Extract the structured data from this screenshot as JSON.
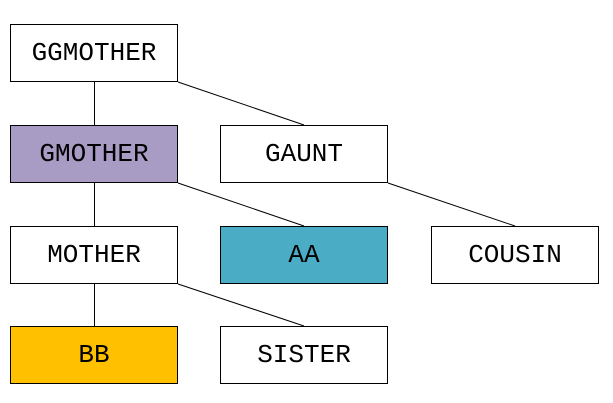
{
  "nodes": {
    "ggmother": {
      "label": "GGMOTHER",
      "fill": "#FFFFFF"
    },
    "gmother": {
      "label": "GMOTHER",
      "fill": "#A89BC4"
    },
    "gaunt": {
      "label": "GAUNT",
      "fill": "#FFFFFF"
    },
    "mother": {
      "label": "MOTHER",
      "fill": "#FFFFFF"
    },
    "aa": {
      "label": "AA",
      "fill": "#4BACC6"
    },
    "cousin": {
      "label": "COUSIN",
      "fill": "#FFFFFF"
    },
    "bb": {
      "label": "BB",
      "fill": "#FFC000"
    },
    "sister": {
      "label": "SISTER",
      "fill": "#FFFFFF"
    }
  },
  "colors": {
    "edge": "#000000",
    "border": "#000000",
    "text": "#000000",
    "background": "#FFFFFF"
  }
}
